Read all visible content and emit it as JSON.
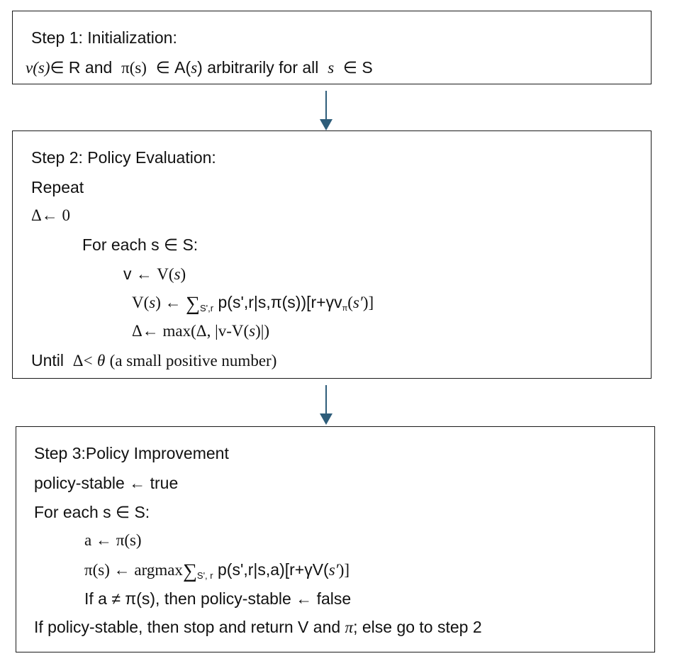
{
  "box1": {
    "title": "Step 1: Initialization:",
    "line": {
      "v_s": "v(s)",
      "in_R": "∈ R and",
      "pi_s": "π(s)",
      "in_A": "∈ A(",
      "s1": "s",
      "close": ") arbitrarily for all",
      "s2": "s",
      "in_S": "∈ S"
    }
  },
  "box2": {
    "title": "Step 2: Policy Evaluation:",
    "repeat": "Repeat",
    "delta_init": "Δ← 0",
    "for_each": "For each s ∈ S:",
    "v_assign": {
      "lhs": "v ←",
      "rhs": "V(",
      "s": "s",
      "close": ")"
    },
    "bellman": {
      "lhs": "V(",
      "s": "s",
      "arrow": ") ←",
      "sum": "∑",
      "sum_sub": "S',r",
      "body": "p(s',r|s,π(s))[r+γv",
      "pi_sub": "π",
      "tail_open": "(",
      "s_prime": "s′",
      "tail_close": ")]"
    },
    "delta_update": {
      "start": "Δ← max(Δ, |v-V(",
      "s": "s",
      "end": ")|)"
    },
    "until": {
      "word": "Until",
      "cond": "Δ<",
      "theta": "θ",
      "note": "(a small positive number)"
    }
  },
  "box3": {
    "title": "Step 3:Policy Improvement",
    "stable_init": "policy-stable ← true",
    "for_each": "For each s ∈ S:",
    "a_assign": "a ← π(s)",
    "argmax": {
      "lhs": "π(s) ← argmax",
      "sum": "∑",
      "sum_sub": "S', r",
      "body": "p(s',r|s,a)[r+γV(",
      "s_prime": "s′",
      "close": ")]"
    },
    "if_line": "If a ≠ π(s), then policy-stable ← false",
    "final": {
      "start": "If policy-stable, then stop and return  V  and",
      "pi": "π",
      "end": "; else go to step 2"
    }
  },
  "colors": {
    "arrow": "#2e5d7a",
    "border": "#1a1a1a"
  }
}
